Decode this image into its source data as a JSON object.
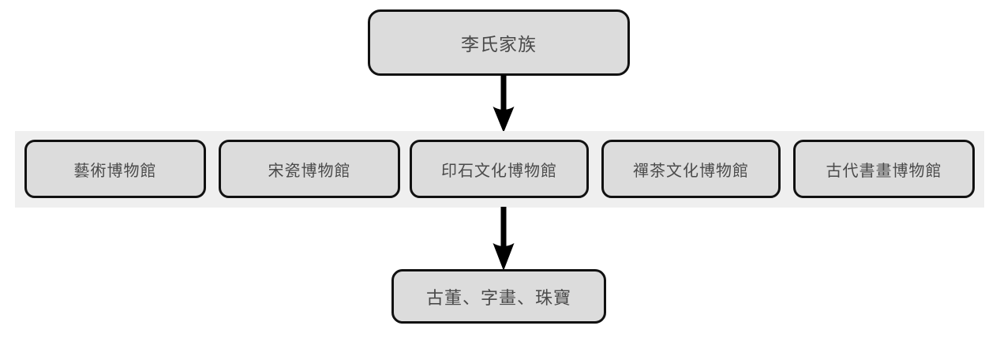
{
  "diagram": {
    "title_node": {
      "label": "李氏家族"
    },
    "group_band": {
      "label": "museum-group",
      "nodes": [
        {
          "label": "藝術博物館"
        },
        {
          "label": "宋瓷博物館"
        },
        {
          "label": "印石文化博物館"
        },
        {
          "label": "禪茶文化博物館"
        },
        {
          "label": "古代書畫博物館"
        }
      ]
    },
    "leaf_node": {
      "label": "古董、字畫、珠寶"
    },
    "connectors": [
      {
        "name": "arrow-family-to-seal-museum",
        "direction": "down"
      },
      {
        "name": "arrow-seal-museum-to-collection",
        "direction": "down"
      }
    ],
    "colors": {
      "node_fill": "#dcdcdc",
      "node_border": "#111111",
      "band_fill": "#efefef",
      "text": "#4a4a4a",
      "arrow": "#000000",
      "background": "#ffffff"
    }
  }
}
